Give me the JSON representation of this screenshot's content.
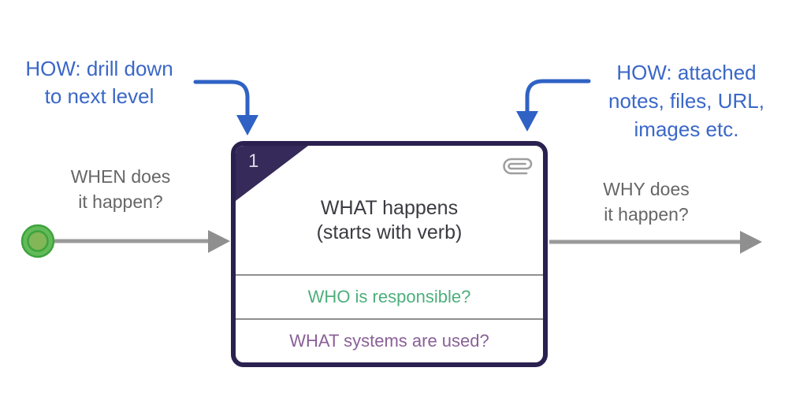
{
  "annotations": {
    "drill_down_label": "HOW: drill down\nto next level",
    "attachments_label": "HOW: attached\nnotes, files, URL,\nimages etc."
  },
  "flow": {
    "when_label": "WHEN does\nit happen?",
    "why_label": "WHY does\nit happen?"
  },
  "node": {
    "number": "1",
    "title": "WHAT happens\n(starts with verb)",
    "who_label": "WHO is responsible?",
    "systems_label": "WHAT systems are used?"
  },
  "icons": {
    "attachment": "paperclip-icon",
    "start": "start-node-icon",
    "drill_down_arrow": "curved-blue-arrow-down",
    "attachment_arrow": "curved-blue-arrow-down",
    "input_arrow": "gray-arrow-right",
    "output_arrow": "gray-arrow-right"
  },
  "colors": {
    "annotation_blue": "#3a67c8",
    "arrow_blue": "#2f62c4",
    "node_border_purple": "#2b2150",
    "corner_fold_purple": "#352a59",
    "who_green": "#4daf7c",
    "systems_purple": "#8a6097",
    "flow_text_gray": "#666666",
    "arrow_gray": "#9a9a9a",
    "start_node_green": "#62bb58",
    "start_node_inner_green": "#82b657",
    "paperclip_gray": "#9e9e9e"
  }
}
